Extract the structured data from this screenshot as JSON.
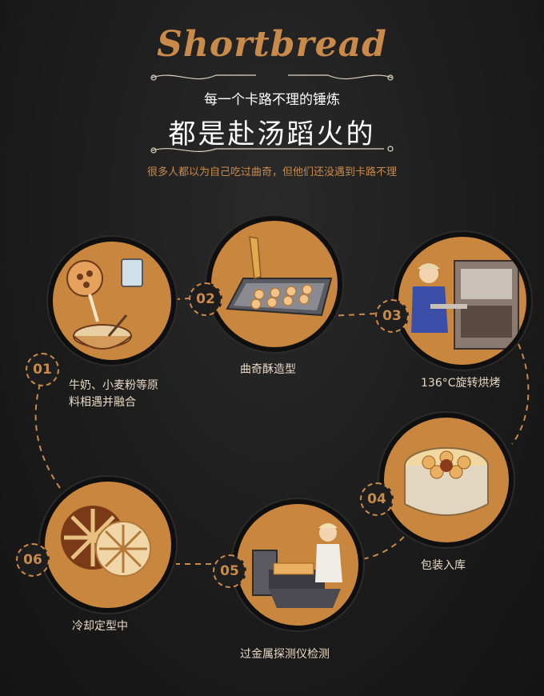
{
  "header": {
    "script_title": "Shortbread",
    "line1": "每一个卡路不理的锤炼",
    "line2": "都是赴汤蹈火的",
    "tagline": "很多人都以为自己吃过曲奇，但他们还没遇到卡路不理"
  },
  "steps": [
    {
      "num": "01",
      "label_line1": "牛奶、小麦粉等原",
      "label_line2": "料相遇并融合",
      "icon": "mixing-bowl-icon"
    },
    {
      "num": "02",
      "label": "曲奇酥造型",
      "icon": "piping-tray-icon"
    },
    {
      "num": "03",
      "label": "136°C旋转烘烤",
      "icon": "oven-worker-icon"
    },
    {
      "num": "04",
      "label": "包装入库",
      "icon": "cookie-tin-icon"
    },
    {
      "num": "05",
      "label": "过金属探测仪检测",
      "icon": "metal-detector-icon"
    },
    {
      "num": "06",
      "label": "冷却定型中",
      "icon": "cooling-cookies-icon"
    }
  ],
  "colors": {
    "accent": "#c98a4a",
    "circle": "#c9863f",
    "background": "#1c1c1c"
  }
}
